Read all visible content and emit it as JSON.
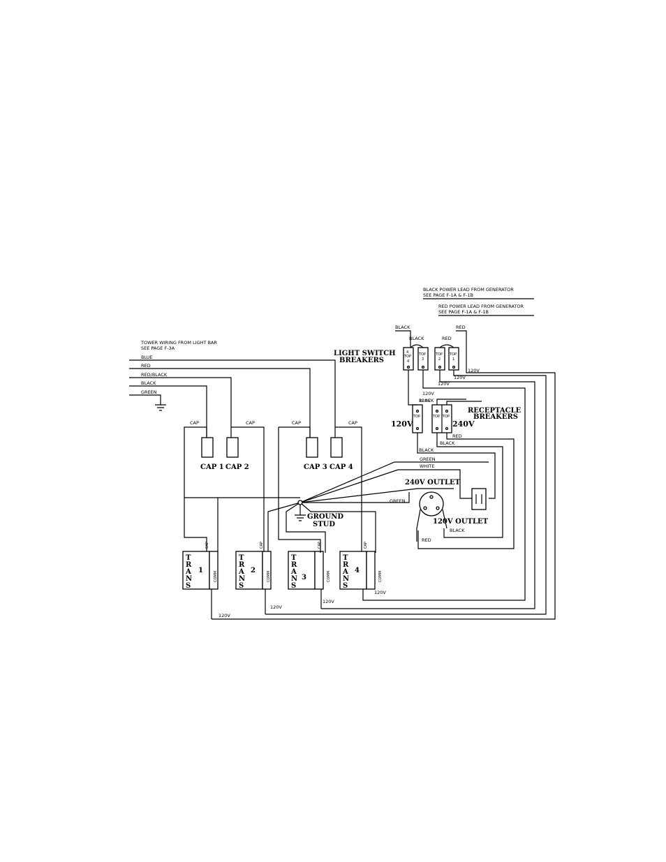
{
  "notes": {
    "black_lead_1": "BLACK POWER LEAD FROM GENERATOR",
    "black_lead_2": "SEE PAGE F-1A & F-1B",
    "red_lead_1": "RED POWER LEAD FROM GENERATOR",
    "red_lead_2": "SEE PAGE F-1A & F-1B",
    "tower_1": "TOWER WIRING FROM LIGHT BAR",
    "tower_2": "SEE PAGE F-3A"
  },
  "tower_wires": [
    "BLUE",
    "RED",
    "RED/BLACK",
    "BLACK",
    "GREEN"
  ],
  "headings": {
    "light_switch_1": "LIGHT SWITCH",
    "light_switch_2": "BREAKERS",
    "receptacle_1": "RECEPTACLE",
    "receptacle_2": "BREAKERS",
    "outlet_240": "240V OUTLET",
    "outlet_120": "120V OUTLET",
    "ground_1": "GROUND",
    "ground_2": "STUD",
    "v120": "120V",
    "v240": "240V"
  },
  "caps": [
    "CAP 1",
    "CAP 2",
    "CAP 3",
    "CAP 4"
  ],
  "transformers": {
    "letters": [
      "T",
      "R",
      "A",
      "N",
      "S"
    ],
    "numbers": [
      "1",
      "2",
      "3",
      "4"
    ]
  },
  "breaker_labels": {
    "top": "TOP",
    "light_numbers": [
      "4",
      "3",
      "2",
      "1"
    ]
  },
  "wire_labels": {
    "cap": "CAP",
    "comm": "COMM",
    "v120": "120V",
    "black": "BLACK",
    "red": "RED",
    "green": "GREEN",
    "white": "WHITE"
  }
}
